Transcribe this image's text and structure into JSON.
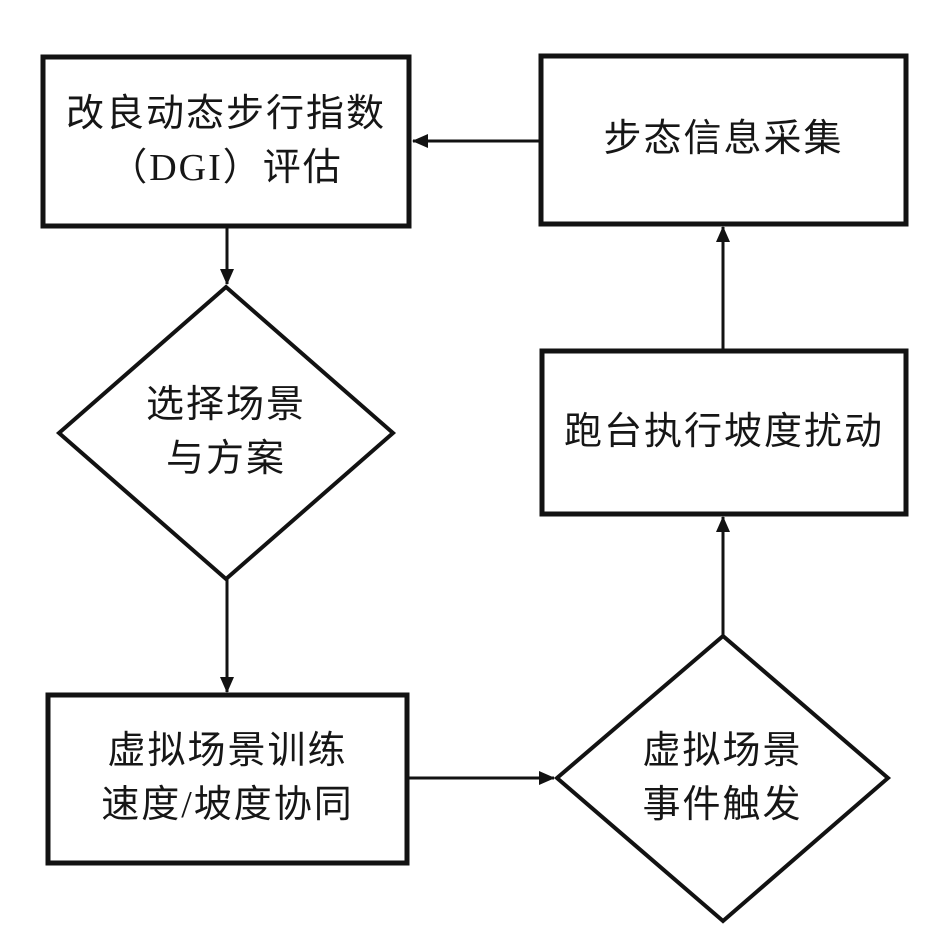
{
  "flowchart": {
    "background_color": "#ffffff",
    "line_color": "#121212",
    "text_color": "#161616",
    "nodes": {
      "dgi_assessment": {
        "type": "process",
        "lines": [
          "改良动态步行指数",
          "（DGI）评估"
        ]
      },
      "gait_collection": {
        "type": "process",
        "lines": [
          "步态信息采集"
        ]
      },
      "select_scene": {
        "type": "decision",
        "lines": [
          "选择场景",
          "与方案"
        ]
      },
      "treadmill_slope": {
        "type": "process",
        "lines": [
          "跑台执行坡度扰动"
        ]
      },
      "virtual_training": {
        "type": "process",
        "lines": [
          "虚拟场景训练",
          "速度/坡度协同"
        ]
      },
      "virtual_event": {
        "type": "decision",
        "lines": [
          "虚拟场景",
          "事件触发"
        ]
      }
    },
    "edges": [
      {
        "from": "gait_collection",
        "to": "dgi_assessment",
        "direction": "left"
      },
      {
        "from": "dgi_assessment",
        "to": "select_scene",
        "direction": "down"
      },
      {
        "from": "select_scene",
        "to": "virtual_training",
        "direction": "down"
      },
      {
        "from": "virtual_training",
        "to": "virtual_event",
        "direction": "right"
      },
      {
        "from": "virtual_event",
        "to": "treadmill_slope",
        "direction": "up"
      },
      {
        "from": "treadmill_slope",
        "to": "gait_collection",
        "direction": "up"
      }
    ]
  }
}
